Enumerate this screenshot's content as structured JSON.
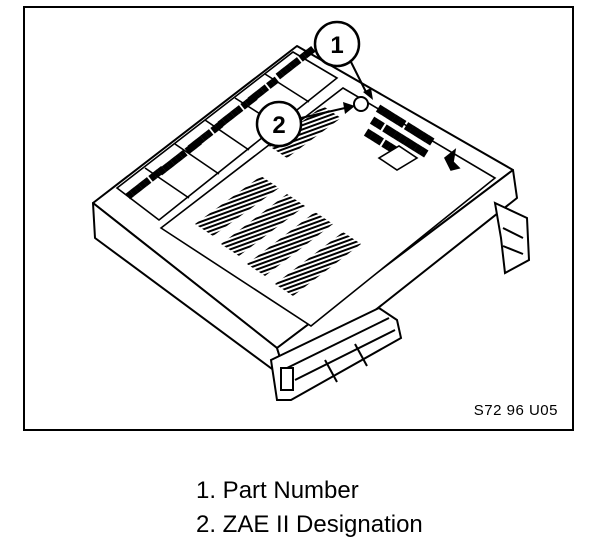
{
  "figure": {
    "code": "S72 96 U05",
    "callouts": [
      {
        "num": "1",
        "target": "part-number"
      },
      {
        "num": "2",
        "target": "zae-ii-designation"
      }
    ],
    "colors": {
      "line": "#000000",
      "background": "#ffffff"
    }
  },
  "legend": {
    "items": [
      {
        "label": "1. Part Number"
      },
      {
        "label": "2. ZAE II Designation"
      }
    ]
  }
}
